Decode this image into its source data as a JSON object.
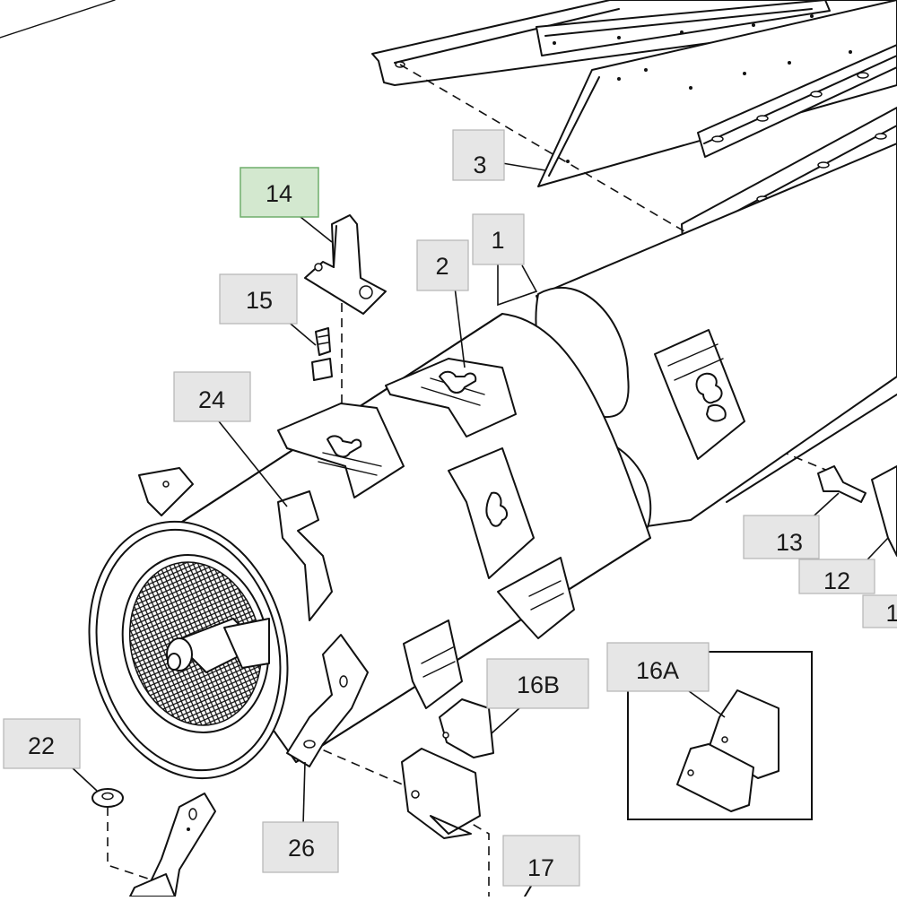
{
  "diagram": {
    "callouts": [
      {
        "id": "c1",
        "label": "1",
        "highlight": false
      },
      {
        "id": "c2",
        "label": "2",
        "highlight": false
      },
      {
        "id": "c3",
        "label": "3",
        "highlight": false
      },
      {
        "id": "c12",
        "label": "12",
        "highlight": false
      },
      {
        "id": "c13",
        "label": "13",
        "highlight": false
      },
      {
        "id": "c1x",
        "label": "1",
        "highlight": false
      },
      {
        "id": "c14",
        "label": "14",
        "highlight": true
      },
      {
        "id": "c15",
        "label": "15",
        "highlight": false
      },
      {
        "id": "c16A",
        "label": "16A",
        "highlight": false
      },
      {
        "id": "c16B",
        "label": "16B",
        "highlight": false
      },
      {
        "id": "c17",
        "label": "17",
        "highlight": false
      },
      {
        "id": "c22",
        "label": "22",
        "highlight": false
      },
      {
        "id": "c24",
        "label": "24",
        "highlight": false
      },
      {
        "id": "c26",
        "label": "26",
        "highlight": false
      }
    ],
    "highlight_color": "#d3e8cf",
    "callout_color": "#e6e6e6"
  }
}
